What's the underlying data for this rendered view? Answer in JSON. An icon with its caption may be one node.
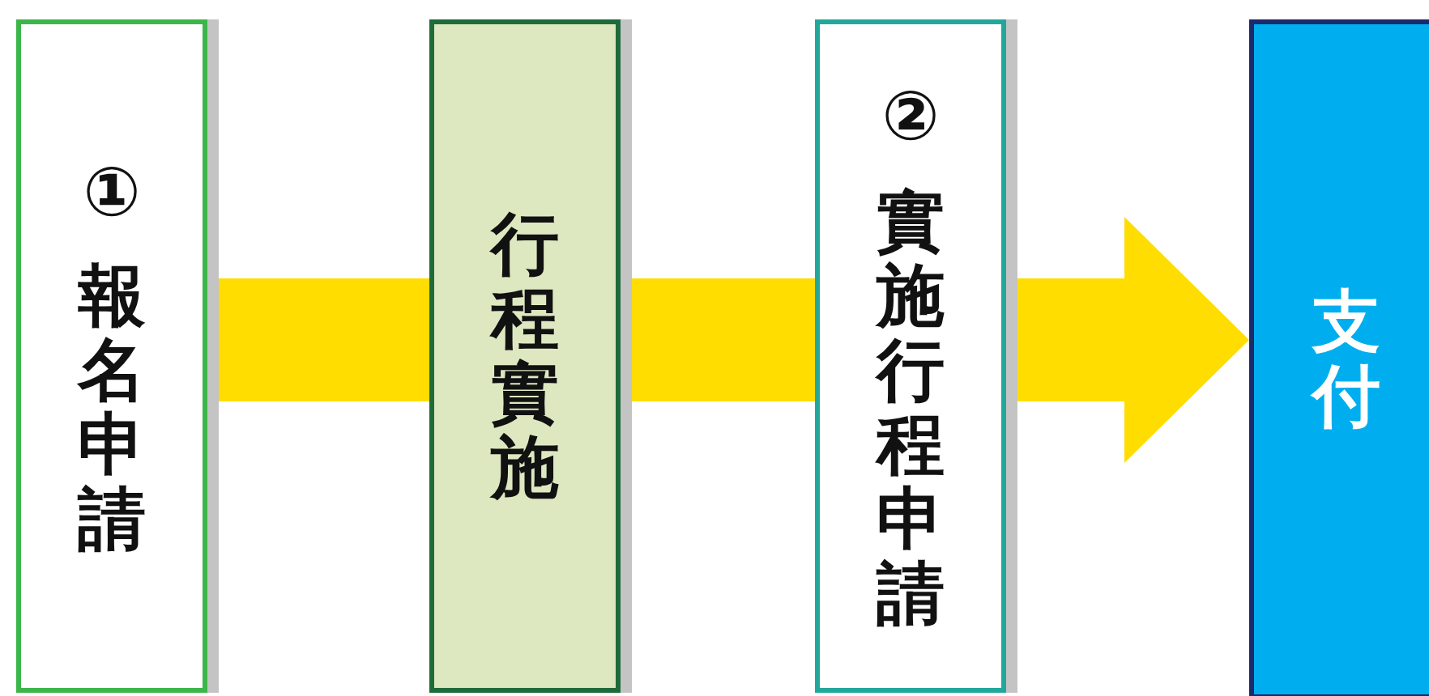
{
  "diagram": {
    "nodes": [
      {
        "text": [
          "①",
          "報名申請"
        ]
      },
      {
        "text": [
          "行程實施"
        ]
      },
      {
        "text": [
          "②",
          "實施行程申請"
        ]
      },
      {
        "text": [
          "支付"
        ]
      }
    ],
    "edges": [
      {
        "from": 0,
        "to": 1,
        "arrow": "none",
        "color": "#ffdd00"
      },
      {
        "from": 1,
        "to": 2,
        "arrow": "none",
        "color": "#ffdd00"
      },
      {
        "from": 2,
        "to": 3,
        "arrow": "to",
        "color": "#ffdd00"
      }
    ]
  }
}
